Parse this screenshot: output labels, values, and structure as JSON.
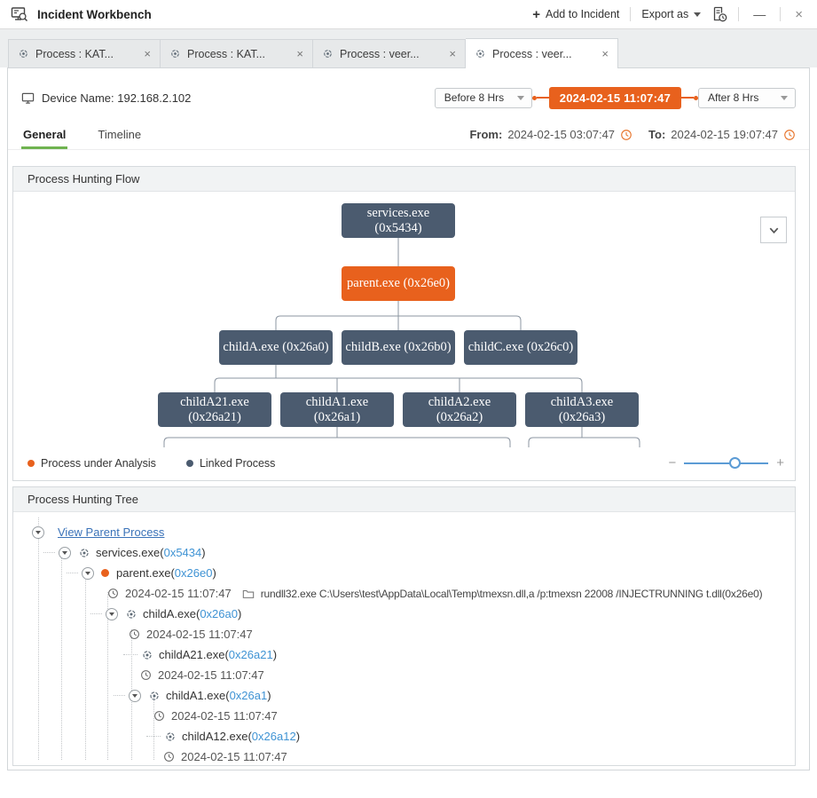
{
  "window": {
    "title": "Incident Workbench",
    "actions": {
      "plus": "+",
      "add_label": "Add to Incident",
      "export_label": "Export as",
      "minimize": "—",
      "close": "×"
    }
  },
  "tab_bar": {
    "close_glyph": "×",
    "tabs": [
      {
        "label": "Process : KAT..."
      },
      {
        "label": "Process : KAT..."
      },
      {
        "label": "Process : veer..."
      },
      {
        "label": "Process : veer...",
        "active": true
      }
    ]
  },
  "device": {
    "label": "Device Name: 192.168.2.102"
  },
  "time_controls": {
    "before": "Before 8 Hrs",
    "current": "2024-02-15 11:07:47",
    "after": "After 8 Hrs"
  },
  "subtabs": {
    "general": "General",
    "timeline": "Timeline"
  },
  "range": {
    "from_label": "From:",
    "from_value": "2024-02-15 03:07:47",
    "to_label": "To:",
    "to_value": "2024-02-15 19:07:47"
  },
  "flow": {
    "title": "Process Hunting Flow",
    "zoom_out": "−",
    "zoom_in": "+",
    "legend": [
      {
        "label": "Process under Analysis",
        "color": "#e8611d"
      },
      {
        "label": "Linked Process",
        "color": "#4b5b6f"
      }
    ],
    "nodes": {
      "services": {
        "lines": [
          "services.exe",
          "(0x5434)"
        ]
      },
      "parent": {
        "lines": [
          "parent.exe (0x26e0)"
        ]
      },
      "childA": {
        "lines": [
          "childA.exe (0x26a0)"
        ]
      },
      "childB": {
        "lines": [
          "childB.exe (0x26b0)"
        ]
      },
      "childC": {
        "lines": [
          "childC.exe (0x26c0)"
        ]
      },
      "childA21": {
        "lines": [
          "childA21.exe",
          "(0x26a21)"
        ]
      },
      "childA1": {
        "lines": [
          "childA1.exe",
          "(0x26a1)"
        ]
      },
      "childA2": {
        "lines": [
          "childA2.exe",
          "(0x26a2)"
        ]
      },
      "childA3": {
        "lines": [
          "childA3.exe",
          "(0x26a3)"
        ]
      }
    }
  },
  "tree": {
    "title": "Process Hunting Tree",
    "view_parent": "View Parent Process",
    "punct": {
      "open": "(",
      "close": ")"
    },
    "rows": [
      {
        "name": "services.exe",
        "pid": "0x5434"
      },
      {
        "name": "parent.exe",
        "pid": "0x26e0",
        "time": "2024-02-15 11:07:47",
        "cmd": "rundll32.exe C:\\Users\\test\\AppData\\Local\\Temp\\tmexsn.dll,a /p:tmexsn 22008 /INJECTRUNNING t.dll(0x26e0)"
      },
      {
        "name": "childA.exe",
        "pid": "0x26a0",
        "time": "2024-02-15 11:07:47"
      },
      {
        "name": "childA21.exe",
        "pid": "0x26a21",
        "time": "2024-02-15 11:07:47"
      },
      {
        "name": "childA1.exe",
        "pid": "0x26a1",
        "time": "2024-02-15 11:07:47"
      },
      {
        "name": "childA12.exe",
        "pid": "0x26a12",
        "time": "2024-02-15 11:07:47"
      }
    ]
  },
  "colors": {
    "accent_orange": "#e8611d",
    "node_dark": "#4b5b6f",
    "link_blue": "#3a72b8",
    "pid_blue": "#3f93d4",
    "tab_green": "#6fb350",
    "slider_blue": "#5b9bd5"
  }
}
